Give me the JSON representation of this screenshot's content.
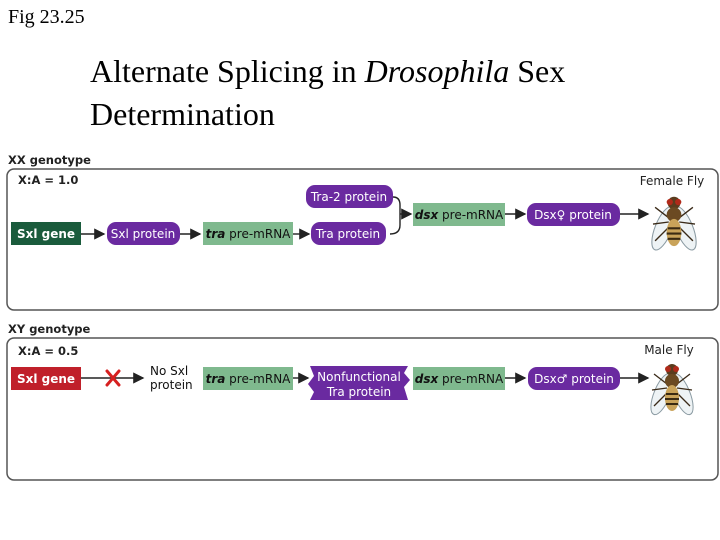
{
  "fig_label": "Fig 23.25",
  "title": {
    "part1": "Alternate Splicing in ",
    "italic": "Drosophila",
    "part2": " Sex Determination"
  },
  "xx": {
    "genotype": "XX genotype",
    "ratio": "X:A = 1.0",
    "gene": "Sxl gene",
    "sxl_protein": "Sxl protein",
    "tra_prefix": "tra",
    "tra_suffix": " pre-mRNA",
    "tra2": "Tra-2 protein",
    "tra_protein": "Tra protein",
    "dsx_prefix": "dsx",
    "dsx_suffix": " pre-mRNA",
    "dsx_protein": "Dsx♀ protein",
    "fly": "Female Fly"
  },
  "xy": {
    "genotype": "XY genotype",
    "ratio": "X:A = 0.5",
    "gene": "Sxl gene",
    "no_sxl_1": "No Sxl",
    "no_sxl_2": "protein",
    "tra_prefix": "tra",
    "tra_suffix": " pre-mRNA",
    "nonfunc_1": "Nonfunctional",
    "nonfunc_2": "Tra protein",
    "dsx_prefix": "dsx",
    "dsx_suffix": " pre-mRNA",
    "dsx_protein": "Dsx♂ protein",
    "fly": "Male Fly"
  },
  "colors": {
    "gene_on": "#1a5b3c",
    "gene_off": "#c0202a",
    "mrna": "#7fb98e",
    "protein": "#6a2aa0",
    "panel_border": "#555555",
    "arrow": "#222222",
    "block": "#d62020"
  }
}
